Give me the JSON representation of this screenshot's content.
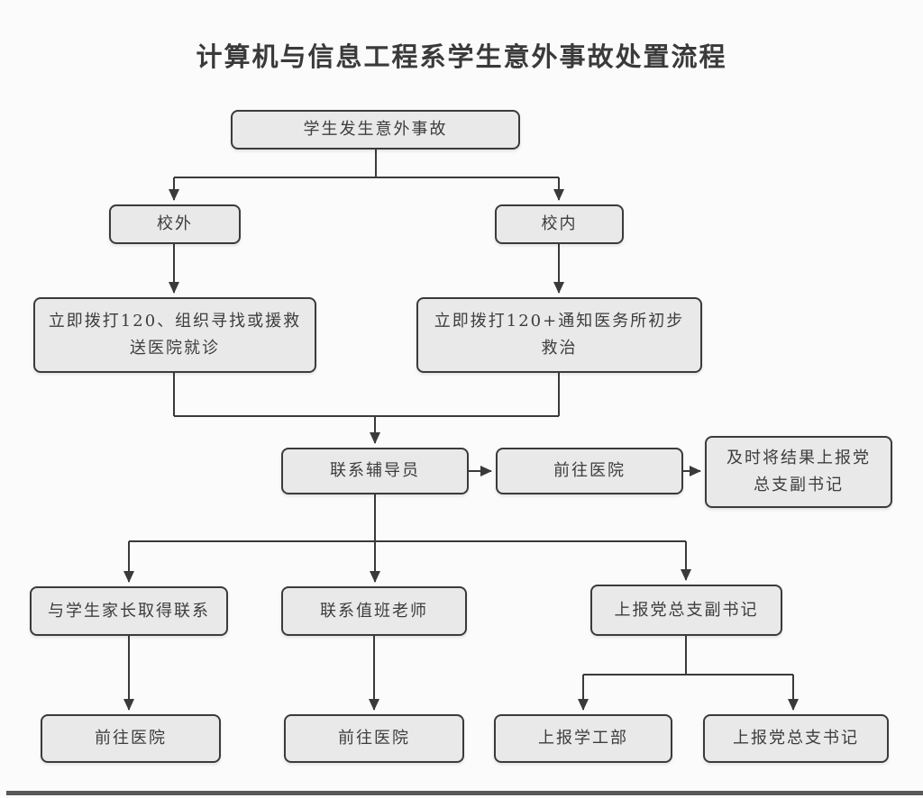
{
  "title": "计算机与信息工程系学生意外事故处置流程",
  "nodes": {
    "start": {
      "label": "学生发生意外事故"
    },
    "off_campus": {
      "label": "校外"
    },
    "on_campus": {
      "label": "校内"
    },
    "off_campus_action": {
      "label": "立即拨打120、组织寻找或援救送医院就诊"
    },
    "on_campus_action": {
      "label": "立即拨打120+通知医务所初步救治"
    },
    "contact_counselor": {
      "label": "联系辅导员"
    },
    "go_hospital_mid": {
      "label": "前往医院"
    },
    "report_result": {
      "label": "及时将结果上报党总支副书记"
    },
    "contact_parents": {
      "label": "与学生家长取得联系"
    },
    "contact_duty_teacher": {
      "label": "联系值班老师"
    },
    "report_deputy_secretary": {
      "label": "上报党总支副书记"
    },
    "go_hospital_left": {
      "label": "前往医院"
    },
    "go_hospital_center": {
      "label": "前往医院"
    },
    "report_student_affairs": {
      "label": "上报学工部"
    },
    "report_branch_secretary": {
      "label": "上报党总支书记"
    }
  },
  "edges": [
    {
      "from": "start",
      "to": "off_campus"
    },
    {
      "from": "start",
      "to": "on_campus"
    },
    {
      "from": "off_campus",
      "to": "off_campus_action"
    },
    {
      "from": "on_campus",
      "to": "on_campus_action"
    },
    {
      "from": "off_campus_action",
      "to": "contact_counselor"
    },
    {
      "from": "on_campus_action",
      "to": "contact_counselor"
    },
    {
      "from": "contact_counselor",
      "to": "go_hospital_mid"
    },
    {
      "from": "go_hospital_mid",
      "to": "report_result"
    },
    {
      "from": "contact_counselor",
      "to": "contact_parents"
    },
    {
      "from": "contact_counselor",
      "to": "contact_duty_teacher"
    },
    {
      "from": "contact_counselor",
      "to": "report_deputy_secretary"
    },
    {
      "from": "contact_parents",
      "to": "go_hospital_left"
    },
    {
      "from": "contact_duty_teacher",
      "to": "go_hospital_center"
    },
    {
      "from": "report_deputy_secretary",
      "to": "report_student_affairs"
    },
    {
      "from": "report_deputy_secretary",
      "to": "report_branch_secretary"
    }
  ],
  "colors": {
    "background": "#fbfbfb",
    "box_fill": "#e9e9e9",
    "box_border": "#3b3b3b",
    "line": "#3a3a3a",
    "text": "#3d3d3d",
    "bottom_bar": "#585858"
  }
}
